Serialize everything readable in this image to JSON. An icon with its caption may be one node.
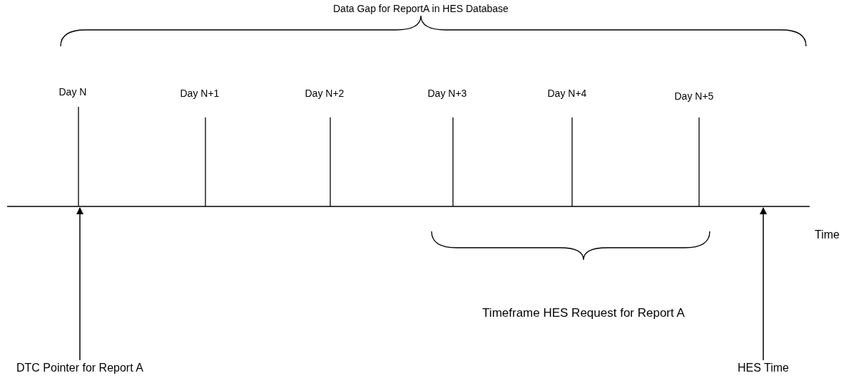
{
  "diagram": {
    "nodes": [
      {
        "text": [
          "DTC Pointer for Report A"
        ]
      },
      {
        "text": [
          "HES Time"
        ]
      }
    ],
    "edges": [
      {
        "from": 0,
        "to": null,
        "arrow": "to"
      },
      {
        "from": 1,
        "to": null,
        "arrow": "to"
      }
    ],
    "labels": [
      "Data Gap for ReportA in HES Database",
      "Day N",
      "Day N+1",
      "Day N+2",
      "Day N+3",
      "Day N+4",
      "Day N+5",
      "Time",
      "Timeframe HES Request for Report A"
    ]
  }
}
